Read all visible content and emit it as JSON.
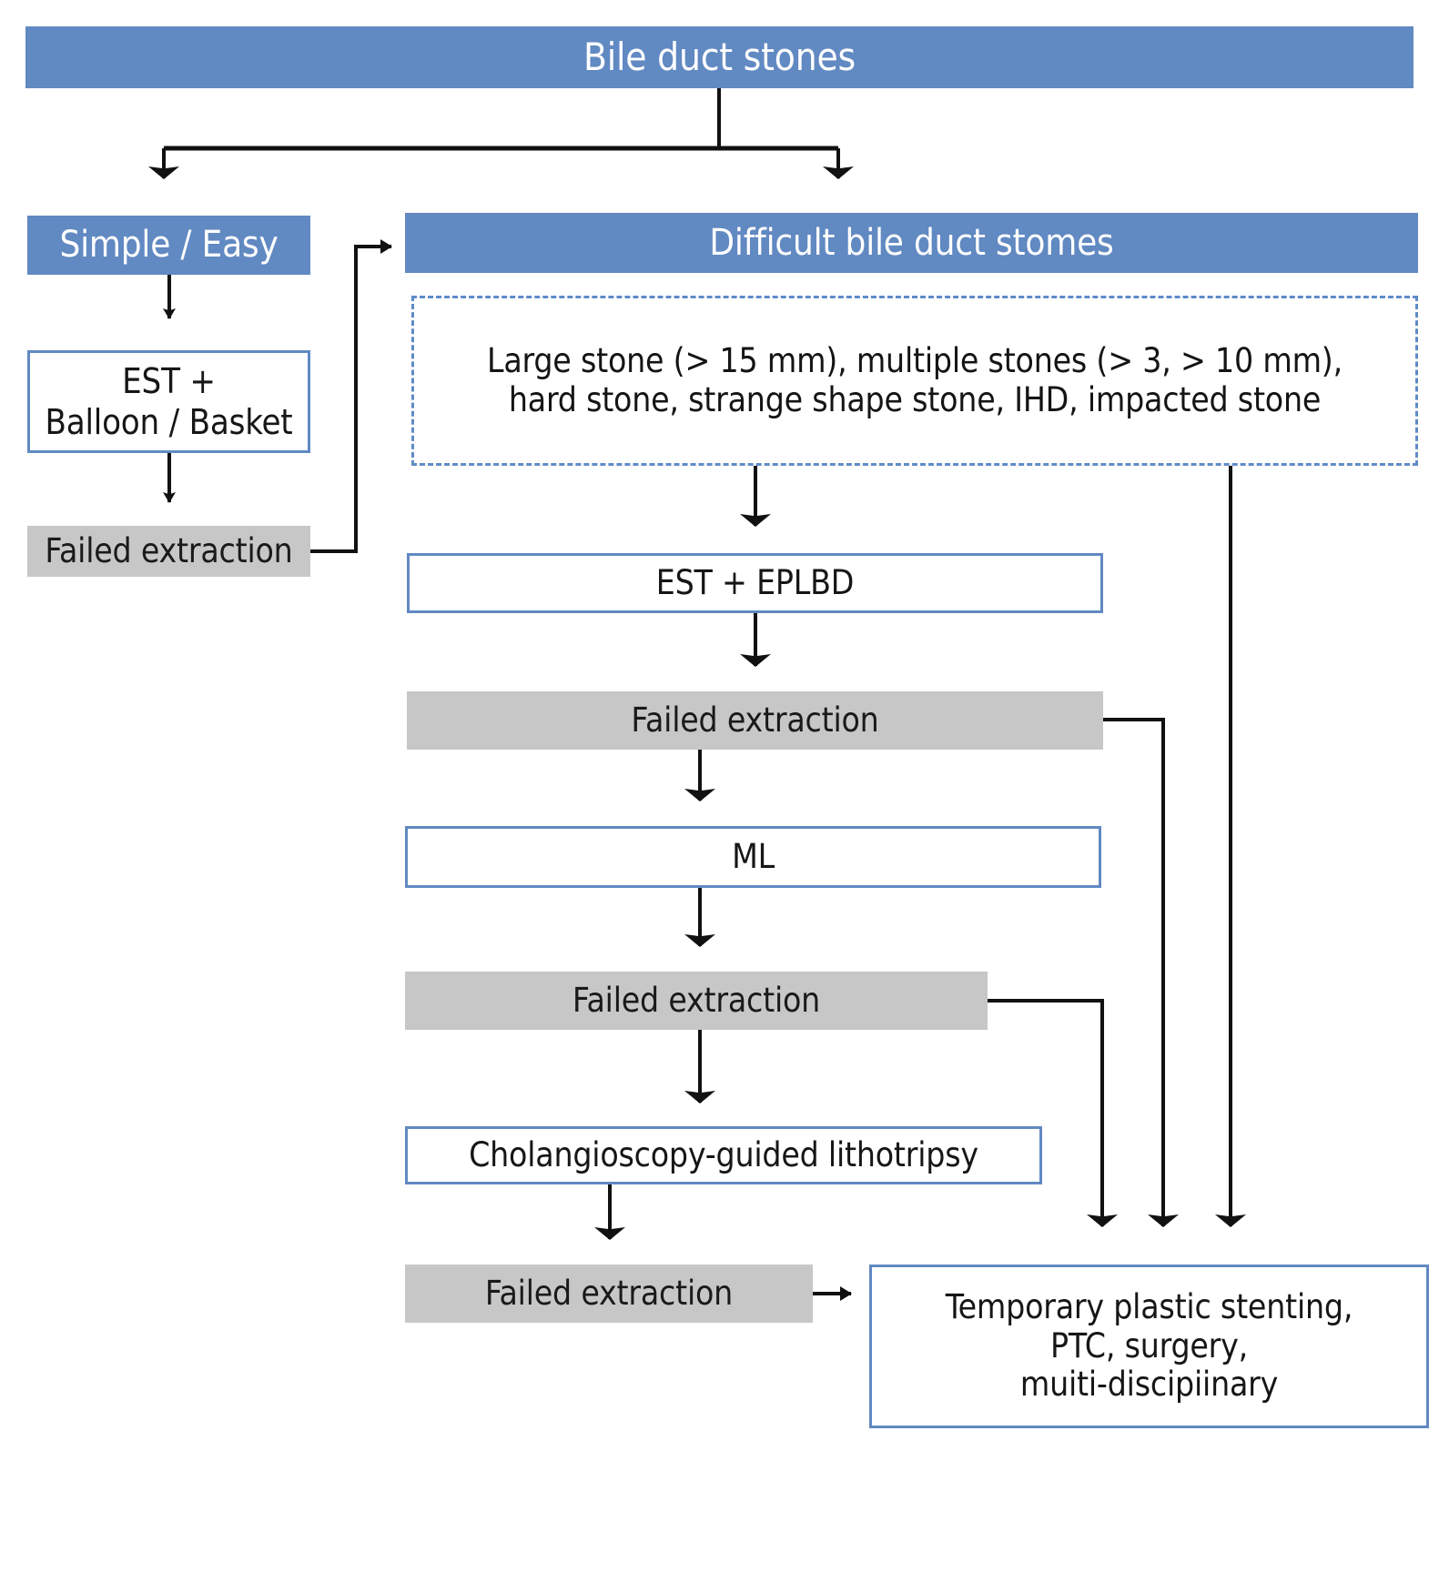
{
  "diagram": {
    "title": "Bile duct stones management algorithm",
    "colors": {
      "blue_fill": "#6189C2",
      "blue_outline": "#6189C2",
      "gray_fill": "#C7C7C7",
      "dashed_border": "#5E8CC6",
      "connector": "#111111",
      "text_dark": "#161616",
      "text_light": "#ffffff",
      "background": "#ffffff"
    },
    "nodes": {
      "root": "Bile duct stones",
      "simple_easy": "Simple /  Easy",
      "difficult": "Difficult bile duct stomes",
      "criteria": "Large stone (> 15 mm), multiple stones (> 3, > 10 mm),\nhard stone, strange shape stone, IHD, impacted stone",
      "est_balloon_basket": "EST +\nBalloon / Basket",
      "failed_extraction_simple": "Failed extraction",
      "est_eplbd": "EST + EPLBD",
      "failed_extraction_1": "Failed extraction",
      "ml": "ML",
      "failed_extraction_2": "Failed extraction",
      "cholangioscopy": "Cholangioscopy-guided lithotripsy",
      "failed_extraction_3": "Failed extraction",
      "salvage": "Temporary plastic stenting,\nPTC, surgery,\nmuiti-discipiinary"
    },
    "edges": [
      {
        "from": "root",
        "to": "simple_easy",
        "type": "split-down-arrow"
      },
      {
        "from": "root",
        "to": "difficult",
        "type": "split-down-arrow"
      },
      {
        "from": "simple_easy",
        "to": "est_balloon_basket",
        "type": "down-arrow"
      },
      {
        "from": "est_balloon_basket",
        "to": "failed_extraction_simple",
        "type": "down-arrow"
      },
      {
        "from": "failed_extraction_simple",
        "to": "difficult",
        "type": "right-up-arrow"
      },
      {
        "from": "criteria",
        "to": "est_eplbd",
        "type": "down-arrow"
      },
      {
        "from": "est_eplbd",
        "to": "failed_extraction_1",
        "type": "down-arrow"
      },
      {
        "from": "failed_extraction_1",
        "to": "ml",
        "type": "down-arrow"
      },
      {
        "from": "failed_extraction_1",
        "to": "salvage",
        "type": "right-down-arrow"
      },
      {
        "from": "ml",
        "to": "failed_extraction_2",
        "type": "down-arrow"
      },
      {
        "from": "failed_extraction_2",
        "to": "cholangioscopy",
        "type": "down-arrow"
      },
      {
        "from": "failed_extraction_2",
        "to": "salvage",
        "type": "right-down-arrow"
      },
      {
        "from": "cholangioscopy",
        "to": "failed_extraction_3",
        "type": "down-arrow"
      },
      {
        "from": "failed_extraction_3",
        "to": "salvage",
        "type": "right-arrow"
      },
      {
        "from": "criteria",
        "to": "salvage",
        "type": "right-down-arrow"
      }
    ]
  }
}
